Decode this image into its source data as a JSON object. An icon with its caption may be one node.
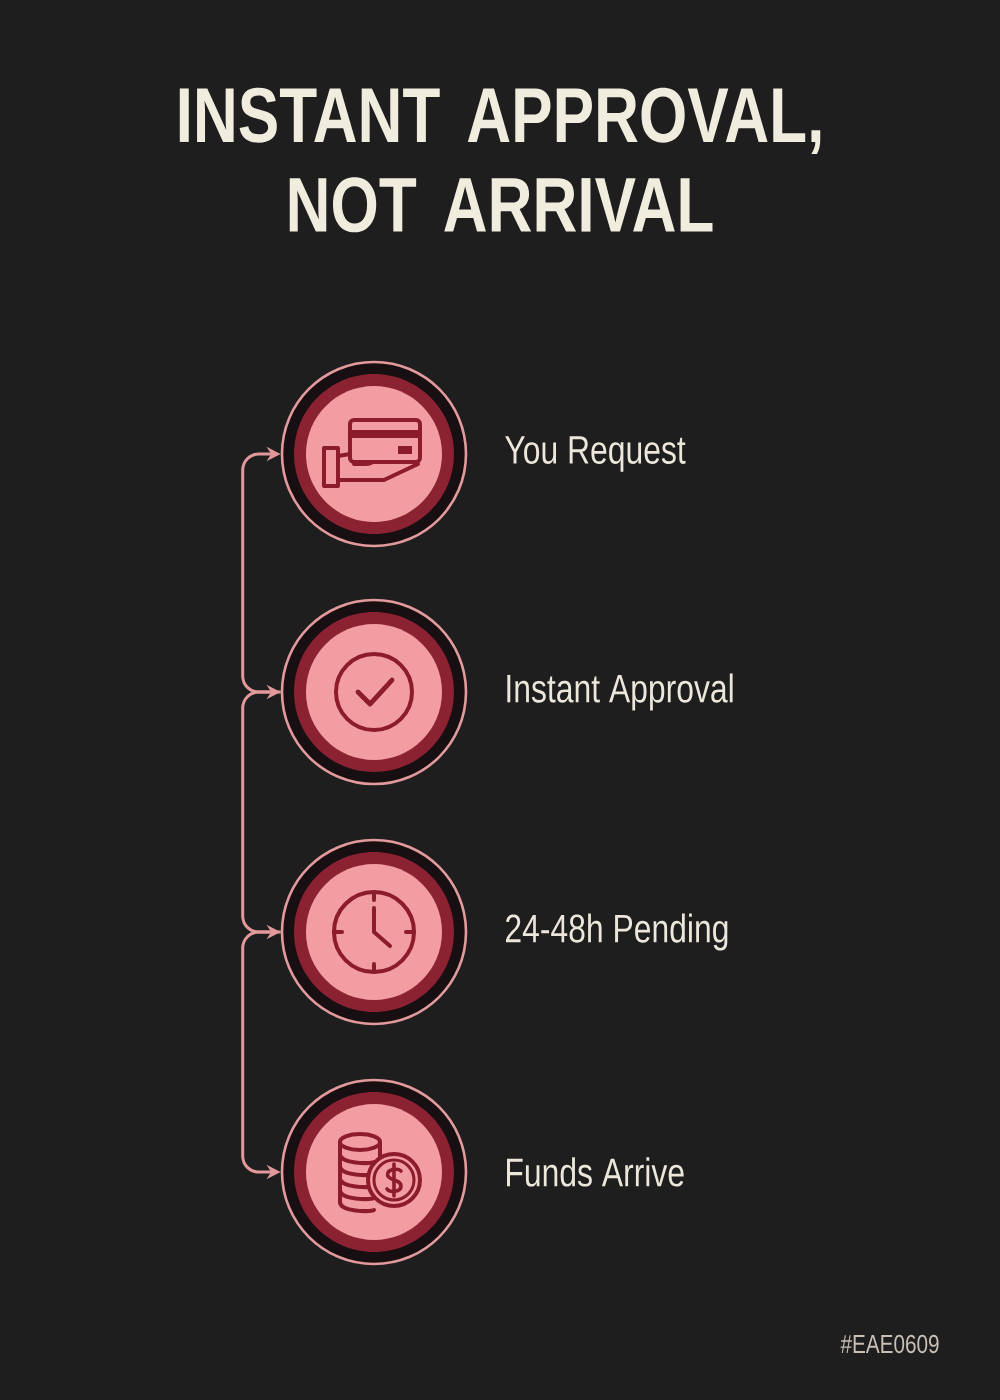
{
  "diagram": {
    "title": "INSTANT APPROVAL, NOT ARRIVAL",
    "nodes": [
      {
        "text": [],
        "shape": "circle",
        "beside": [
          "You Request"
        ]
      },
      {
        "text": [],
        "shape": "circle",
        "beside": [
          "Instant Approval"
        ]
      },
      {
        "text": [],
        "shape": "circle",
        "beside": [
          "24-48h Pending"
        ]
      },
      {
        "text": [],
        "shape": "circle",
        "beside": [
          "Funds Arrive"
        ]
      }
    ],
    "edges": [
      {
        "from": 0,
        "to": 1,
        "arrow": "both"
      },
      {
        "from": 1,
        "to": 2,
        "arrow": "to"
      },
      {
        "from": 2,
        "to": 3,
        "arrow": "to"
      }
    ],
    "labels": [
      "#EAE0609"
    ]
  }
}
